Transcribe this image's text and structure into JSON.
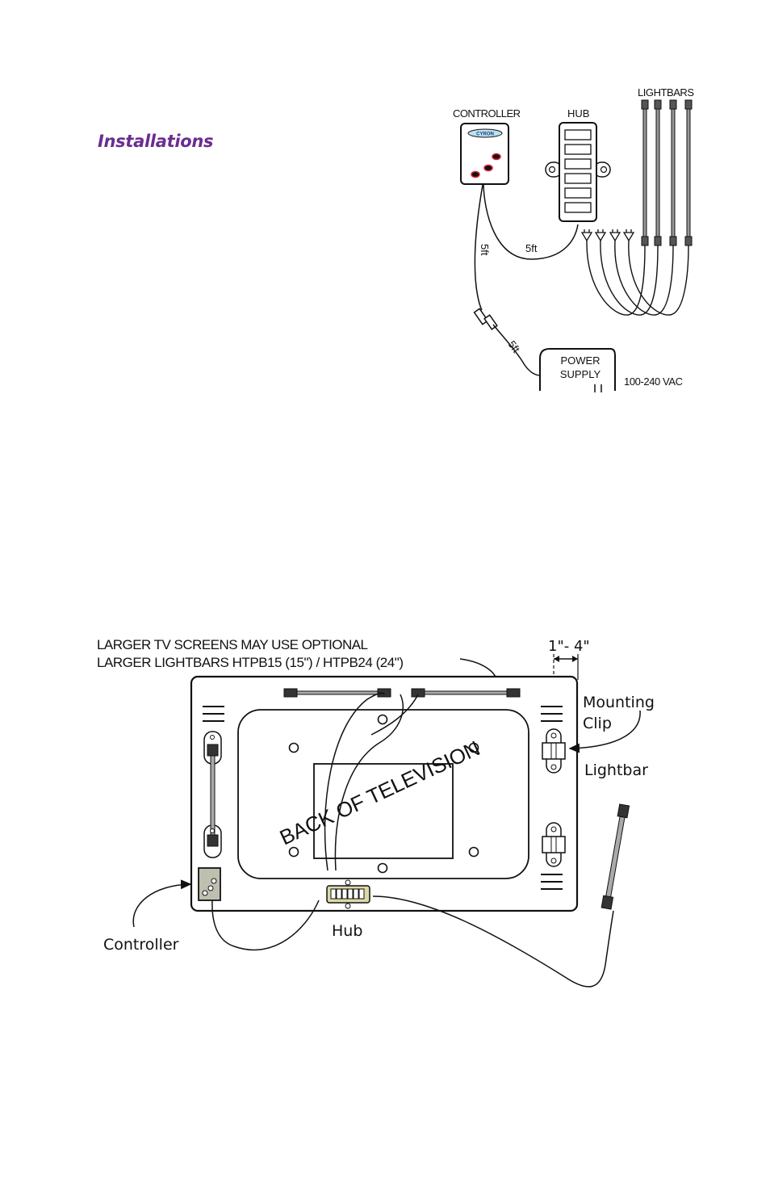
{
  "page": {
    "heading": "Installations"
  },
  "diagram_top": {
    "labels": {
      "controller": "CONTROLLER",
      "hub": "HUB",
      "lightbars": "LIGHTBARS",
      "cable_controller_hub": "5ft",
      "cable_controller_down": "5ft",
      "cable_power": "5ft",
      "power_supply_line1": "POWER",
      "power_supply_line2": "SUPPLY",
      "voltage": "100-240 VAC",
      "logo_text": "CYRON"
    },
    "lightbar_count": 4,
    "hub_port_count": 6
  },
  "diagram_bottom": {
    "note_line1": "LARGER TV SCREENS MAY USE OPTIONAL",
    "note_line2": "LARGER LIGHTBARS HTPB15 (15\") / HTPB24 (24\")",
    "spacing": "1\"- 4\"",
    "mounting_clip_line1": "Mounting",
    "mounting_clip_line2": "Clip",
    "lightbar": "Lightbar",
    "tv_label": "BACK OF TELEVISION",
    "controller": "Controller",
    "hub": "Hub"
  }
}
